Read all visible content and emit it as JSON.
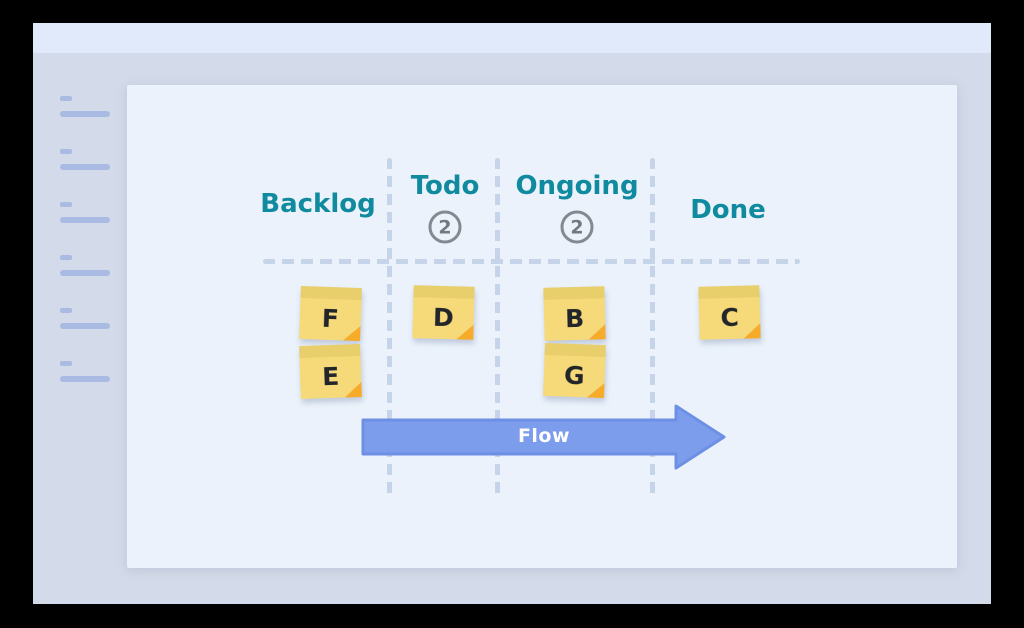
{
  "window": {
    "sidebar": {
      "placeholder_item_count": 6
    }
  },
  "board": {
    "columns": [
      {
        "id": "backlog",
        "label": "Backlog",
        "cards": [
          {
            "label": "F"
          },
          {
            "label": "E"
          }
        ]
      },
      {
        "id": "todo",
        "label": "Todo",
        "wip_limit": "2",
        "cards": [
          {
            "label": "D"
          }
        ]
      },
      {
        "id": "ongoing",
        "label": "Ongoing",
        "wip_limit": "2",
        "cards": [
          {
            "label": "B"
          },
          {
            "label": "G"
          }
        ]
      },
      {
        "id": "done",
        "label": "Done",
        "cards": [
          {
            "label": "C"
          }
        ]
      }
    ],
    "flow_arrow": {
      "label": "Flow"
    }
  },
  "colors": {
    "header_teal": "#0f8a9e",
    "note_yellow": "#f6d978",
    "note_band": "#e9ce6c",
    "note_fold": "#f6ab29",
    "arrow_blue": "#7c9cec",
    "topbar": "#e1eafb",
    "background": "#d3dae9",
    "panel": "#ebf2fb",
    "skeleton_line": "#a9bae3"
  }
}
